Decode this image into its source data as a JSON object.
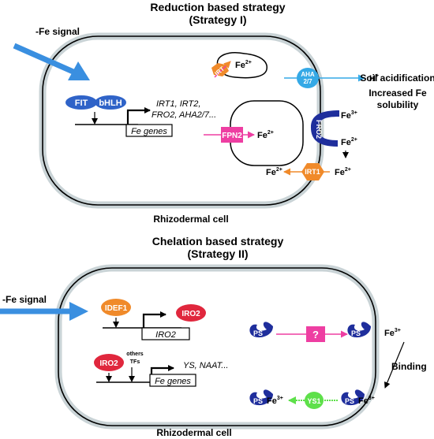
{
  "strategy1": {
    "title_line1": "Reduction based strategy",
    "title_line2": "(Strategy I)",
    "signal": "-Fe signal",
    "fit": "FIT",
    "bhlh": "bHLH",
    "genes_list_1": "IRT1, IRT2,",
    "genes_list_2": "FRO2, AHA2/7...",
    "fe_genes": "Fe genes",
    "irt_vesicle": "IRT",
    "fe2_vesicle": "Fe",
    "fe2_vesicle_sup": "2+",
    "aha_line1": "AHA",
    "aha_line2": "2/7",
    "hplus": "H",
    "hplus_sup": "+",
    "soil_acid": "Soil acidification",
    "inc_fe_1": "Increased Fe",
    "inc_fe_2": "solubility",
    "fpn2": "FPN2",
    "fe2_vacuole": "Fe",
    "fe2_vacuole_sup": "2+",
    "fro2": "FRO2",
    "fe3_out": "Fe",
    "fe3_out_sup": "3+",
    "fe2_out": "Fe",
    "fe2_out_sup": "2+",
    "fe2_outer": "Fe",
    "fe2_outer_sup": "2+",
    "irt1": "IRT1",
    "fe2_in": "Fe",
    "fe2_in_sup": "2+",
    "cell_label": "Rhizodermal cell"
  },
  "strategy2": {
    "title_line1": "Chelation based strategy",
    "title_line2": "(Strategy II)",
    "signal": "-Fe signal",
    "idef1": "IDEF1",
    "iro2_a": "IRO2",
    "iro2_box": "IRO2",
    "iro2_b": "IRO2",
    "others_1": "others",
    "others_2": "TFs",
    "genes_list": "YS, NAAT...",
    "fe_genes": "Fe genes",
    "ps_in": "PS",
    "question": "?",
    "ps_out": "PS",
    "fe3_free": "Fe",
    "fe3_free_sup": "3+",
    "binding": "Binding",
    "ps_bound_out": "PS",
    "fe3_bound_out": "Fe",
    "fe3_bound_out_sup": "3+",
    "ys1": "YS1",
    "ps_bound_in": "PS",
    "fe3_bound_in": "Fe",
    "fe3_bound_in_sup": "3+",
    "cell_label": "Rhizodermal cell"
  },
  "colors": {
    "cell_border": "#c9d3d6",
    "blue_arrow": "#3a8fe0",
    "fit_blue": "#2f63c8",
    "orange": "#f08a2a",
    "red": "#e0273d",
    "magenta": "#ee3ea2",
    "navy": "#1f2e9c",
    "light_blue": "#35a9e6",
    "green": "#5ee04a"
  }
}
